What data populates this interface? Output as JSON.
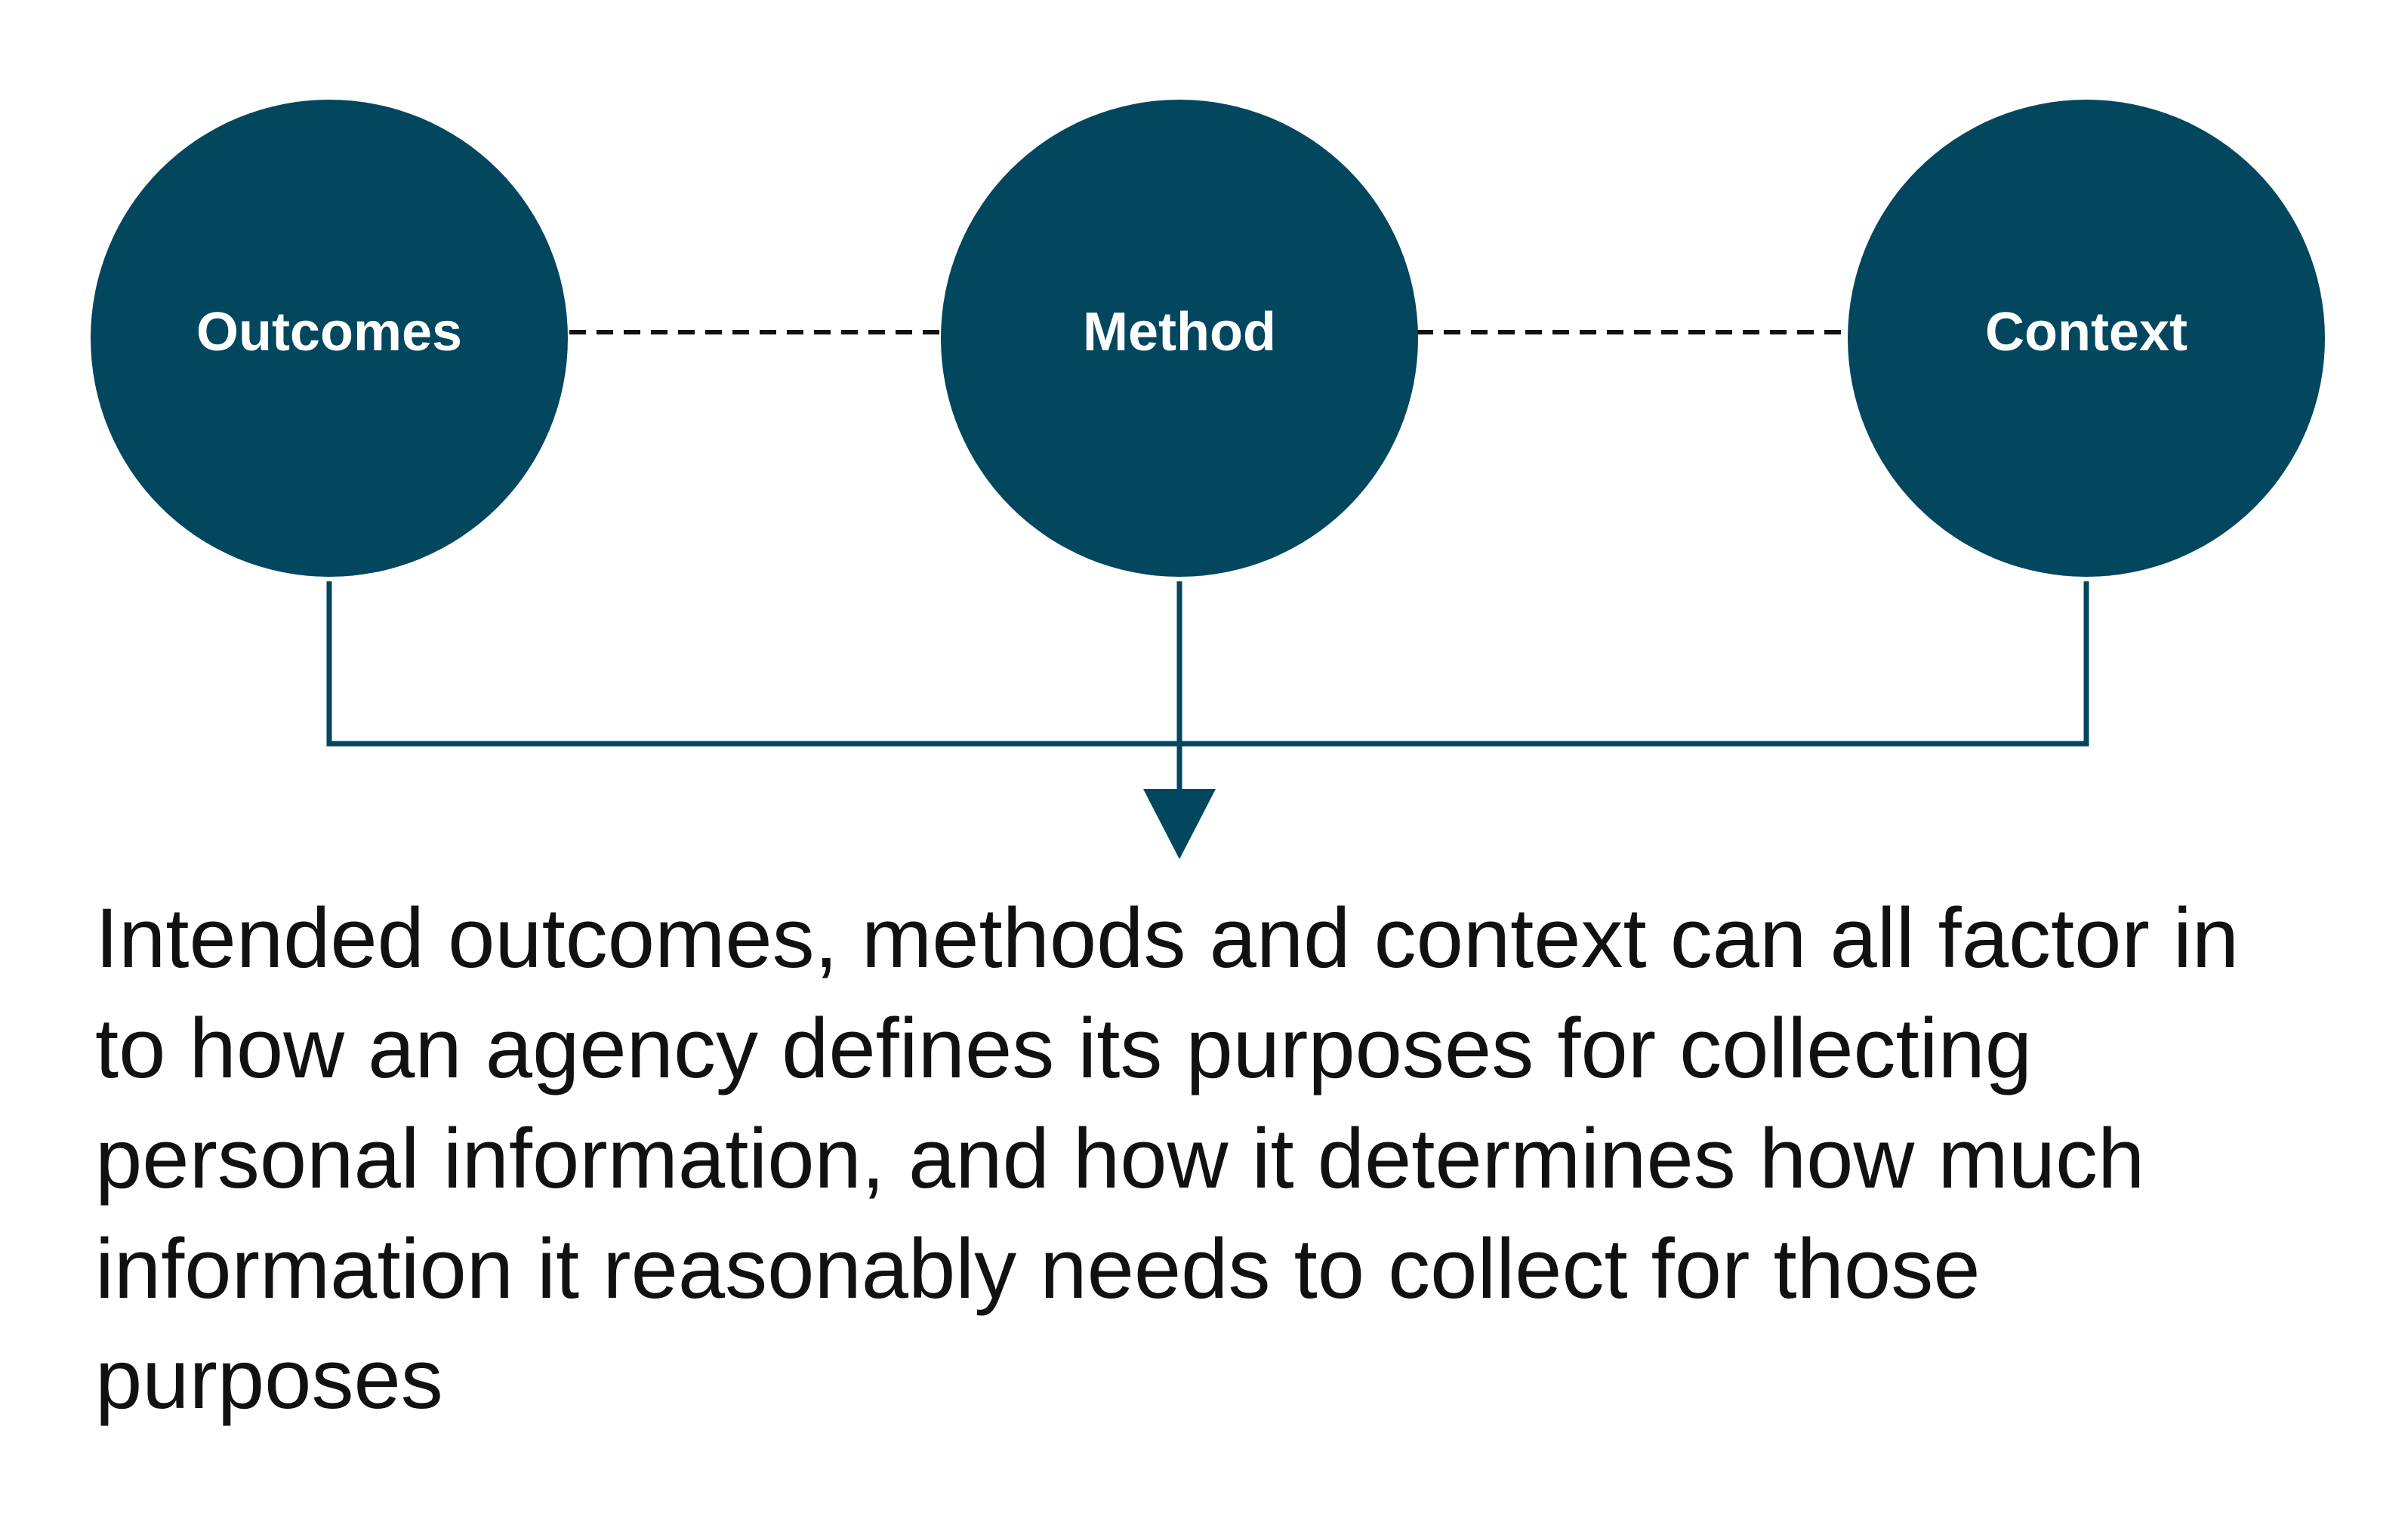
{
  "diagram": {
    "nodes": [
      {
        "id": "outcomes",
        "label": "Outcomes"
      },
      {
        "id": "method",
        "label": "Method"
      },
      {
        "id": "context",
        "label": "Context"
      }
    ],
    "edges": [
      {
        "from": "outcomes",
        "to": "method",
        "style": "dashed"
      },
      {
        "from": "method",
        "to": "context",
        "style": "dashed"
      },
      {
        "from": "outcomes",
        "to": "caption",
        "style": "solid-elbow"
      },
      {
        "from": "method",
        "to": "caption",
        "style": "solid-arrow"
      },
      {
        "from": "context",
        "to": "caption",
        "style": "solid-elbow"
      }
    ],
    "colors": {
      "node_fill": "#03475f",
      "connector": "#03475f",
      "node_text": "#ffffff",
      "caption_text": "#111111",
      "dash_line": "#111111"
    }
  },
  "caption": "Intended outcomes, methods and context can all factor in to how an agency defines its purposes for collecting personal information, and how it determines how much information it reasonably needs to collect for those purposes"
}
